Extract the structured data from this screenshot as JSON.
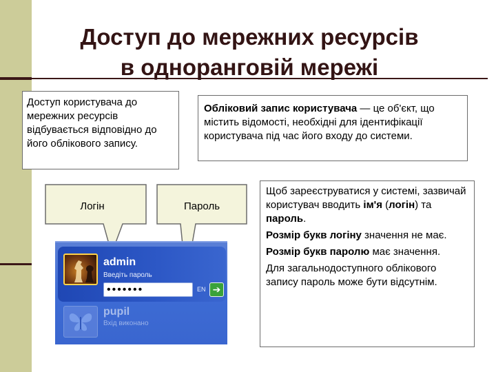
{
  "title": {
    "line1": "Доступ до мережних ресурсів",
    "line2": "в одноранговій мережі"
  },
  "note_account": "Доступ користувача до мережних ресурсів відбувається відповідно до його облікового запису.",
  "note_definition": {
    "term": "Обліковий запис користувача",
    "text": " — це об'єкт, що містить відомості, необхідні для ідентифікації користувача під час його входу до системи."
  },
  "callouts": {
    "login": "Логін",
    "password": "Пароль"
  },
  "note_registration": {
    "p1_text": "Щоб зареєструватися у системі, зазвичай користувач вводить ",
    "p1_bold1": "ім'я",
    "p1_mid1": " (",
    "p1_bold2": "логін",
    "p1_mid2": ") та ",
    "p1_bold3": "пароль",
    "p1_end": ".",
    "p2_bold": "Розмір букв логіну",
    "p2_text": " значення не має.",
    "p3_bold": "Розмір букв паролю",
    "p3_text": " має значення.",
    "p4_text": "Для загальнодоступного облікового запису пароль може бути відсутнім."
  },
  "login_screen": {
    "admin_name": "admin",
    "admin_hint": "Введіть пароль",
    "password_mask": "•••••••",
    "language": "EN",
    "go_arrow": "➔",
    "pupil_name": "pupil",
    "pupil_status": "Вхід виконано"
  },
  "colors": {
    "title": "#331414",
    "strip": "#cccc99",
    "callout_fill": "#f4f4dc",
    "panel_blue": "#3d6bd4"
  }
}
